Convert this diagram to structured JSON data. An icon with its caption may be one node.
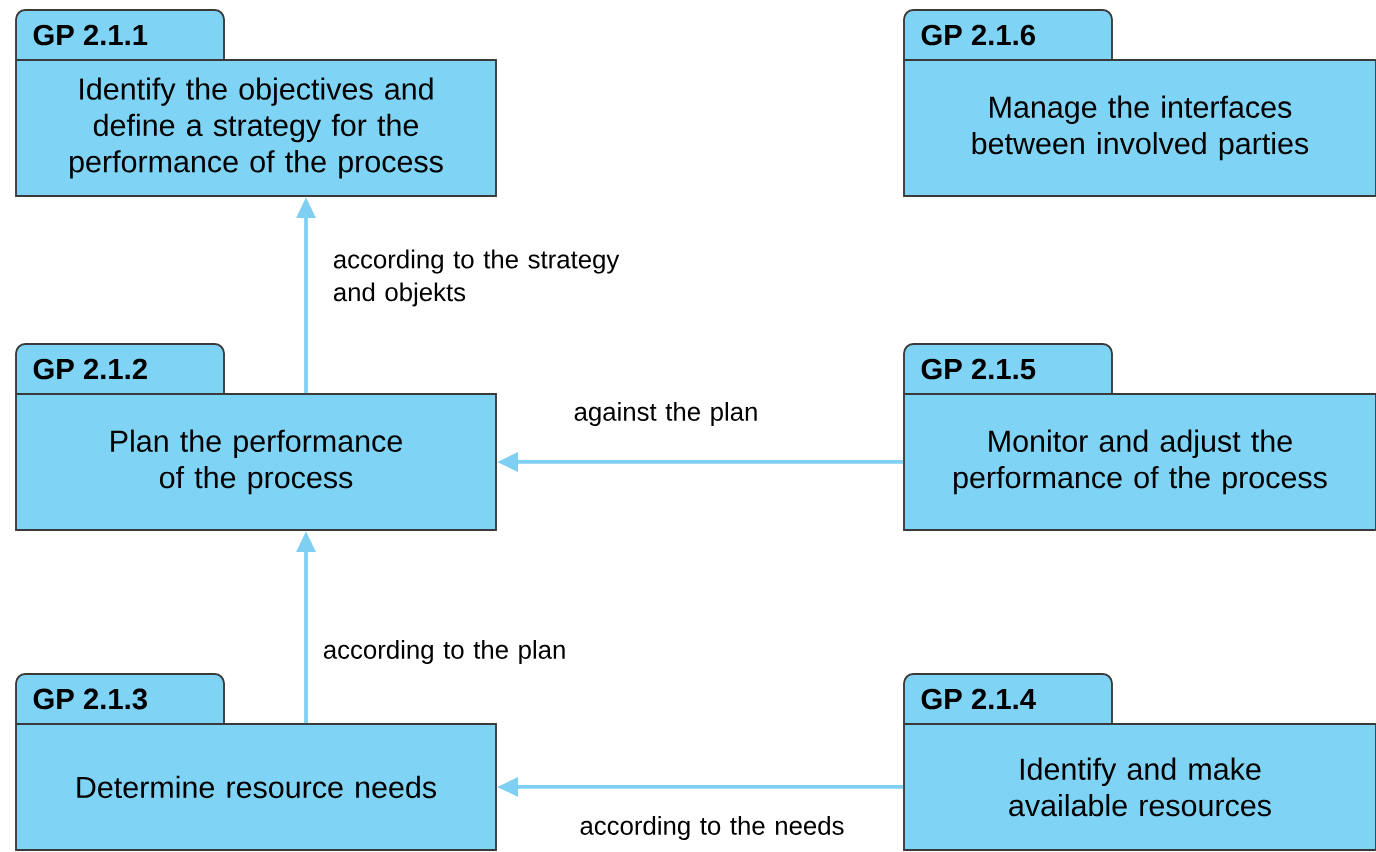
{
  "diagram": {
    "nodes": [
      {
        "text": [
          "GP 2.1.1",
          "Identify the objectives and define a strategy for the performance of the process"
        ]
      },
      {
        "text": [
          "GP 2.1.6",
          "Manage the interfaces between involved parties"
        ]
      },
      {
        "text": [
          "GP 2.1.2",
          "Plan the performance of the process"
        ]
      },
      {
        "text": [
          "GP 2.1.5",
          "Monitor and adjust the performance of the process"
        ]
      },
      {
        "text": [
          "GP 2.1.3",
          "Determine resource needs"
        ]
      },
      {
        "text": [
          "GP 2.1.4",
          "Identify and make available resources"
        ]
      }
    ],
    "edges": [
      {
        "from": 2,
        "to": 0,
        "arrow": "to",
        "label": "according to the strategy and objekts"
      },
      {
        "from": 3,
        "to": 2,
        "arrow": "to",
        "label": "against the plan"
      },
      {
        "from": 4,
        "to": 2,
        "arrow": "to",
        "label": "according to the plan"
      },
      {
        "from": 5,
        "to": 4,
        "arrow": "to",
        "label": "according to the needs"
      }
    ]
  }
}
